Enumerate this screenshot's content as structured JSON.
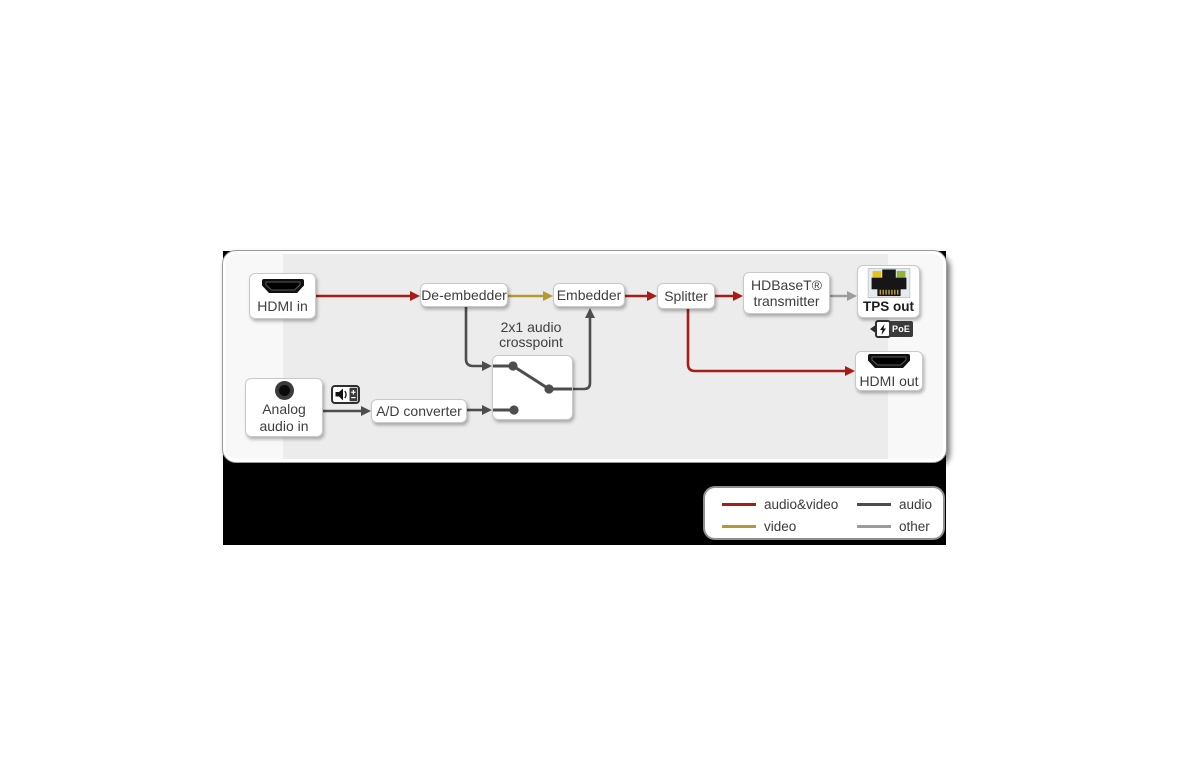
{
  "colors": {
    "audio_video": "#a81c18",
    "video": "#b59a33",
    "audio": "#4d4d4d",
    "other": "#9c9c9c",
    "panel_bg": "#ececec",
    "panel_band": "#f8f8f8",
    "backdrop": "#000000"
  },
  "nodes": {
    "hdmi_in": {
      "label": "HDMI in"
    },
    "de_embedder": {
      "label": "De-embedder"
    },
    "embedder": {
      "label": "Embedder"
    },
    "splitter": {
      "label": "Splitter"
    },
    "hdbaset_transmitter": {
      "label_line1": "HDBaseT®",
      "label_line2": "transmitter"
    },
    "tps_out": {
      "label": "TPS out",
      "badge": "PoE"
    },
    "hdmi_out": {
      "label": "HDMI out"
    },
    "analog_audio_in": {
      "label_line1": "Analog",
      "label_line2": "audio in"
    },
    "ad_converter": {
      "label": "A/D converter"
    },
    "crosspoint": {
      "label_line1": "2x1 audio",
      "label_line2": "crosspoint"
    }
  },
  "legend": {
    "items": [
      {
        "label": "audio&video",
        "type": "audio_video"
      },
      {
        "label": "video",
        "type": "video"
      },
      {
        "label": "audio",
        "type": "audio"
      },
      {
        "label": "other",
        "type": "other"
      }
    ]
  }
}
